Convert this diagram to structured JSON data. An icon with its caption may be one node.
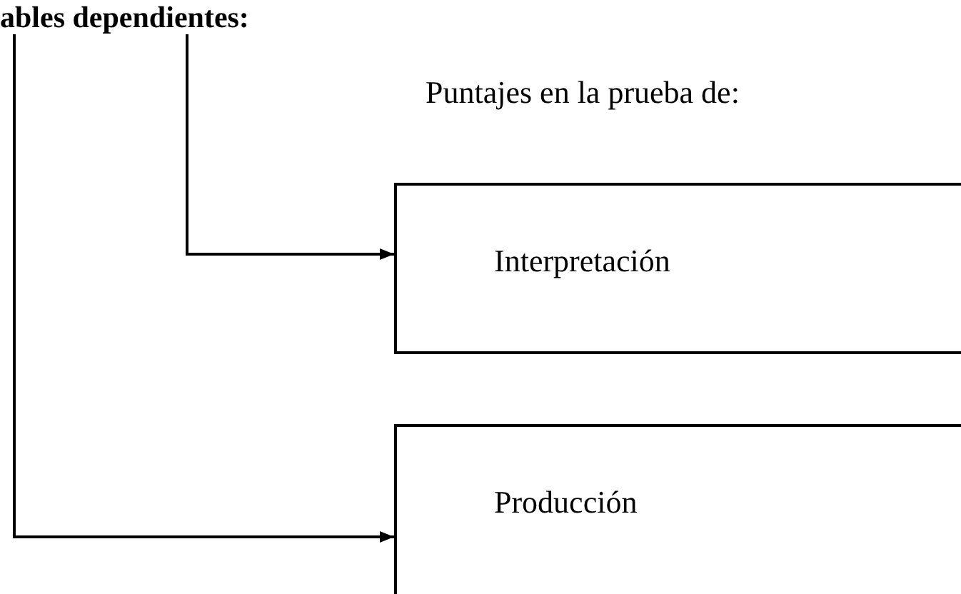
{
  "diagram": {
    "nodes": [
      {
        "text": [
          "ables dependientes:"
        ]
      },
      {
        "text": [
          "Interpretación"
        ]
      },
      {
        "text": [
          "Producción"
        ]
      }
    ],
    "edges": [
      {
        "from": 0,
        "to": 1,
        "arrow": "to"
      },
      {
        "from": 0,
        "to": 2,
        "arrow": "to"
      }
    ],
    "labels": [
      "Puntajes en la prueba de:"
    ]
  }
}
